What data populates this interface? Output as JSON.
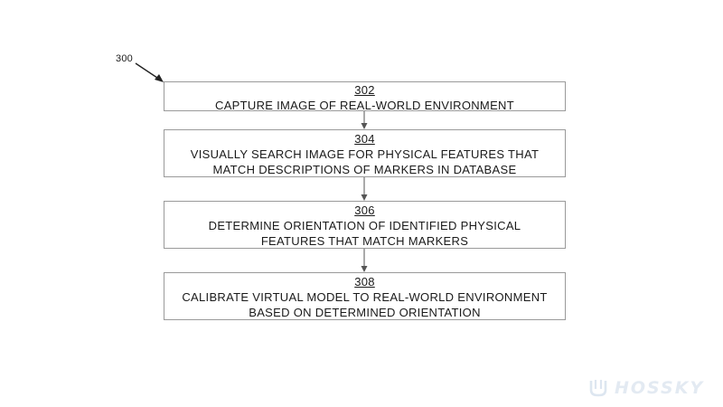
{
  "figure": {
    "reference_number": "300"
  },
  "steps": [
    {
      "number": "302",
      "text": "CAPTURE IMAGE OF REAL-WORLD ENVIRONMENT"
    },
    {
      "number": "304",
      "text": "VISUALLY SEARCH IMAGE FOR PHYSICAL FEATURES THAT MATCH DESCRIPTIONS OF MARKERS IN DATABASE"
    },
    {
      "number": "306",
      "text": "DETERMINE ORIENTATION OF IDENTIFIED PHYSICAL FEATURES THAT MATCH MARKERS"
    },
    {
      "number": "308",
      "text": "CALIBRATE VIRTUAL MODEL TO REAL-WORLD ENVIRONMENT BASED ON DETERMINED ORIENTATION"
    }
  ],
  "watermark": {
    "text": "HOSSKY",
    "icon": "hossky-logo-icon"
  },
  "colors": {
    "box_border": "#9a9a9a",
    "text": "#1a1a1a",
    "arrow": "#555555",
    "watermark": "#e3eaf2"
  }
}
